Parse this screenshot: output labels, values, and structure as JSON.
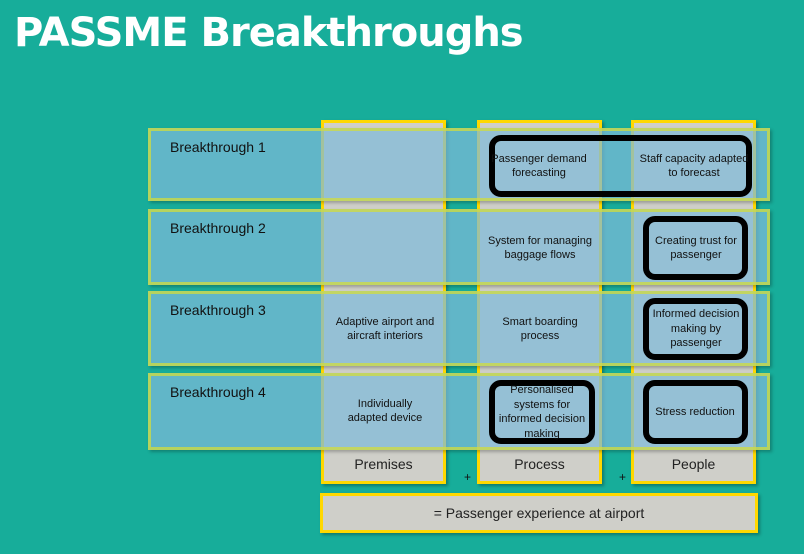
{
  "title": "PASSME Breakthroughs",
  "columns": [
    "Premises",
    "Process",
    "People"
  ],
  "rows": [
    {
      "label": "Breakthrough 1",
      "premises": "",
      "process": "Passenger demand forecasting",
      "people": "Staff capacity adapted to forecast"
    },
    {
      "label": "Breakthrough 2",
      "premises": "",
      "process": "System for managing baggage flows",
      "people": "Creating trust for passenger"
    },
    {
      "label": "Breakthrough 3",
      "premises": "Adaptive airport and aircraft interiors",
      "process": "Smart boarding process",
      "people": "Informed decision making by passenger"
    },
    {
      "label": "Breakthrough 4",
      "premises": "Individually adapted device",
      "process": "Personalised systems for informed decision making",
      "people": "Stress reduction"
    }
  ],
  "plus": "+",
  "result": "= Passenger experience at airport",
  "colors": {
    "background": "#17ad9a",
    "column_border": "#ffd800",
    "highlight": "#000000"
  }
}
